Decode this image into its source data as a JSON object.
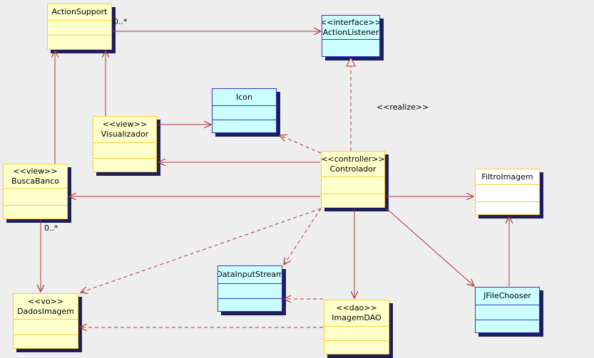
{
  "diagram": {
    "colors": {
      "background": "#eeeeee",
      "yellow_fill": "#ffffcc",
      "yellow_border": "#ffcc33",
      "cyan_fill": "#ccffff",
      "cyan_border": "#3333cc",
      "white_fill": "#ffffff",
      "shadow": "#1e1e5a",
      "connector": "#b03434",
      "text": "#000000"
    },
    "classes": [
      {
        "name": "ActionSupport",
        "stereotype": "",
        "variant": "yellow"
      },
      {
        "name": "ActionListener",
        "stereotype": "<<interface>>",
        "variant": "cyan"
      },
      {
        "name": "Icon",
        "stereotype": "",
        "variant": "cyan"
      },
      {
        "name": "Visualizador",
        "stereotype": "<<view>>",
        "variant": "yellow"
      },
      {
        "name": "BuscaBanco",
        "stereotype": "<<view>>",
        "variant": "yellow"
      },
      {
        "name": "Controlador",
        "stereotype": "<<controller>>",
        "variant": "yellow"
      },
      {
        "name": "FiltroImagem",
        "stereotype": "",
        "variant": "white"
      },
      {
        "name": "DataInputStream",
        "stereotype": "",
        "variant": "cyan"
      },
      {
        "name": "ImagemDAO",
        "stereotype": "<<dao>>",
        "variant": "yellow"
      },
      {
        "name": "DadosImagem",
        "stereotype": "<<vo>>",
        "variant": "yellow"
      },
      {
        "name": "JFileChooser",
        "stereotype": "",
        "variant": "cyan"
      }
    ],
    "labels": {
      "actionlistener_multiplicity": "0..*",
      "dadosimagem_multiplicity": "0..*",
      "realize_stereotype": "<<realize>>"
    }
  }
}
